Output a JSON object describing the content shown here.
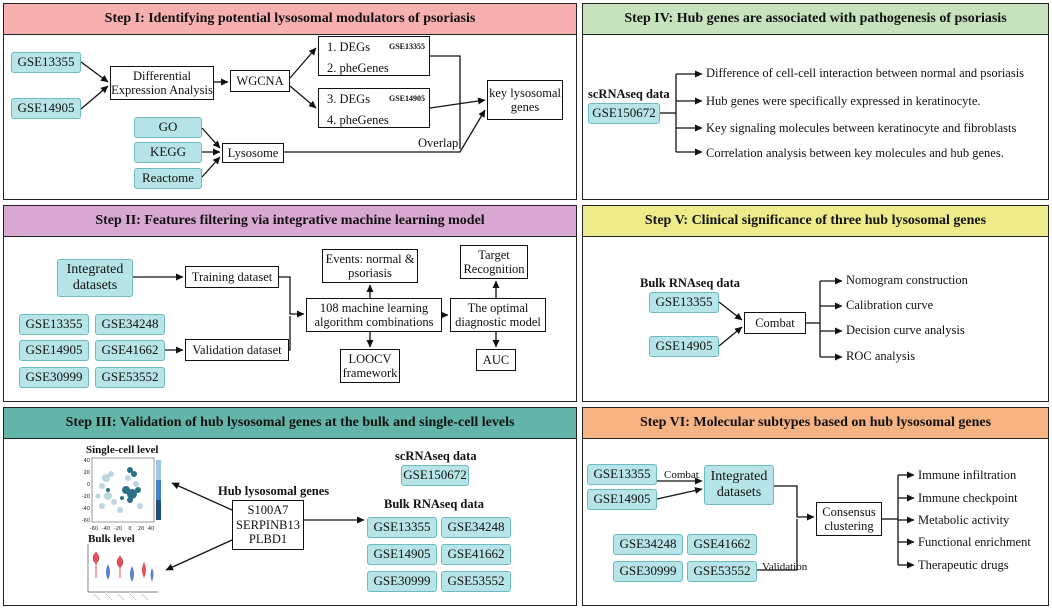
{
  "colors": {
    "step1_header": "#f7b0b0",
    "step2_header": "#d8a8d2",
    "step3_header": "#62b5a8",
    "step4_header": "#c6e3bd",
    "step5_header": "#edeb8a",
    "step6_header": "#f6b384",
    "gse_box_fill": "#b7e4e6",
    "gse_box_border": "#6bbcc2"
  },
  "step1": {
    "title": "Step I: Identifying potential lysosomal modulators of psoriasis",
    "gse_a": "GSE13355",
    "gse_b": "GSE14905",
    "dea": "Differential Expression Analysis",
    "wgcna": "WGCNA",
    "deg1": "1. DEGs",
    "deg1_tag": "GSE13355",
    "phe2": "2. pheGenes",
    "deg3": "3. DEGs",
    "deg3_tag": "GSE14905",
    "phe4": "4. pheGenes",
    "key": "key lysosomal genes",
    "go": "GO",
    "kegg": "KEGG",
    "reactome": "Reactome",
    "lysosome": "Lysosome",
    "overlap": "Overlap"
  },
  "step2": {
    "title": "Step II: Features filtering via integrative machine learning model",
    "integrated": "Integrated datasets",
    "training": "Training dataset",
    "validation": "Validation dataset",
    "gse": [
      "GSE13355",
      "GSE34248",
      "GSE14905",
      "GSE41662",
      "GSE30999",
      "GSE53552"
    ],
    "events": "Events: normal & psoriasis",
    "ml": "108 machine learning algorithm combinations",
    "loocv": "LOOCV framework",
    "target": "Target Recognition",
    "optimal": "The optimal diagnostic model",
    "auc": "AUC"
  },
  "step3": {
    "title": "Step III: Validation of hub lysosomal genes at the bulk and single-cell levels",
    "single_cell": "Single-cell level",
    "bulk_level": "Bulk level",
    "hub_title": "Hub lysosomal genes",
    "hub_genes": "S100A7 SERPINB13 PLBD1",
    "scrna_label": "scRNAseq data",
    "scrna_gse": "GSE150672",
    "bulk_label": "Bulk RNAseq data",
    "gse": [
      "GSE13355",
      "GSE34248",
      "GSE14905",
      "GSE41662",
      "GSE30999",
      "GSE53552"
    ],
    "umap_yticks": [
      "40",
      "20",
      "0",
      "-20",
      "-40",
      "-60"
    ],
    "umap_xticks": [
      "-60",
      "-40",
      "-20",
      "0",
      "20",
      "40"
    ]
  },
  "step4": {
    "title": "Step IV: Hub genes are associated with pathogenesis of psoriasis",
    "scrna_label": "scRNAseq data",
    "gse": "GSE150672",
    "items": [
      "Difference of cell-cell interaction between normal and psoriasis",
      "Hub genes were specifically expressed in keratinocyte.",
      "Key signaling molecules between keratinocyte and fibroblasts",
      "Correlation analysis between key molecules and hub genes."
    ]
  },
  "step5": {
    "title": "Step V: Clinical significance of three hub lysosomal genes",
    "bulk_label": "Bulk RNAseq data",
    "gse_a": "GSE13355",
    "gse_b": "GSE14905",
    "combat": "Combat",
    "items": [
      "Nomogram construction",
      "Calibration curve",
      "Decision curve analysis",
      "ROC analysis"
    ]
  },
  "step6": {
    "title": "Step VI: Molecular subtypes based on hub lysosomal genes",
    "gse_a": "GSE13355",
    "gse_b": "GSE14905",
    "combat": "Combat",
    "integrated": "Integrated datasets",
    "gse_c": "GSE34248",
    "gse_d": "GSE41662",
    "gse_e": "GSE30999",
    "gse_f": "GSE53552",
    "validation": "Validation",
    "consensus": "Consensus clustering",
    "items": [
      "Immune infiltration",
      "Immune checkpoint",
      "Metabolic activity",
      "Functional enrichment",
      "Therapeutic drugs"
    ]
  }
}
